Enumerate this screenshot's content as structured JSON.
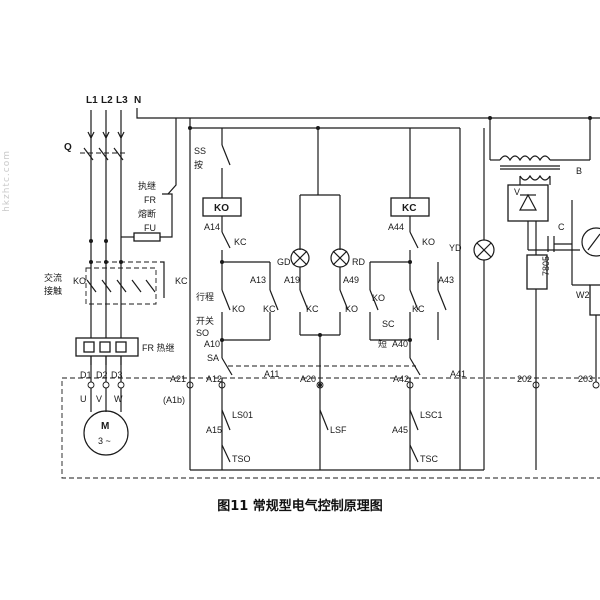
{
  "caption": "图11 常规型电气控制原理图",
  "watermark": "hkzhtc.com",
  "labels": {
    "L1": "L1",
    "L2": "L2",
    "L3": "L3",
    "N": "N",
    "Q": "Q",
    "fr_label_a": "执继",
    "fr_label_fr": "FR",
    "fr_label_b": "熔断",
    "fu": "FU",
    "ac_a": "交流",
    "ac_b": "接触",
    "ko_left": "KO",
    "kc_left": "KC",
    "fr_relay": "FR 热继",
    "D1": "D1",
    "D2": "D2",
    "D3": "D3",
    "U": "U",
    "V": "V",
    "W": "W",
    "motor_m": "M",
    "motor_3": "3 ~",
    "SS": "SS",
    "an": "按",
    "KO_coil": "KO",
    "KC_coil": "KC",
    "A14": "A14",
    "A44": "A44",
    "KC_a": "KC",
    "KO_a": "KO",
    "GD": "GD",
    "RD": "RD",
    "A19": "A19",
    "A49": "A49",
    "A13": "A13",
    "A43": "A43",
    "KO_b": "KO",
    "KC_b": "KC",
    "KC_c": "KC",
    "KO_c": "KO",
    "KC_d": "KC",
    "xingcheng": "行程",
    "kaiguan": "开关",
    "SO": "SO",
    "SC": "SC",
    "duan": "短",
    "A10": "A10",
    "A40": "A40",
    "SA": "SA",
    "A11": "A11",
    "A41": "A41",
    "A21": "A21",
    "A12": "A12",
    "A20": "A20",
    "A42": "A42",
    "A1b": "(A1b)",
    "LS01": "LS01",
    "LSC1": "LSC1",
    "A15": "A15",
    "A45": "A45",
    "LSF": "LSF",
    "TSO": "TSO",
    "TSC": "TSC",
    "YD": "YD",
    "B": "B",
    "Vr": "V",
    "C": "C",
    "reg": "7805",
    "W2": "W2",
    "n202": "202",
    "n203": "203"
  }
}
